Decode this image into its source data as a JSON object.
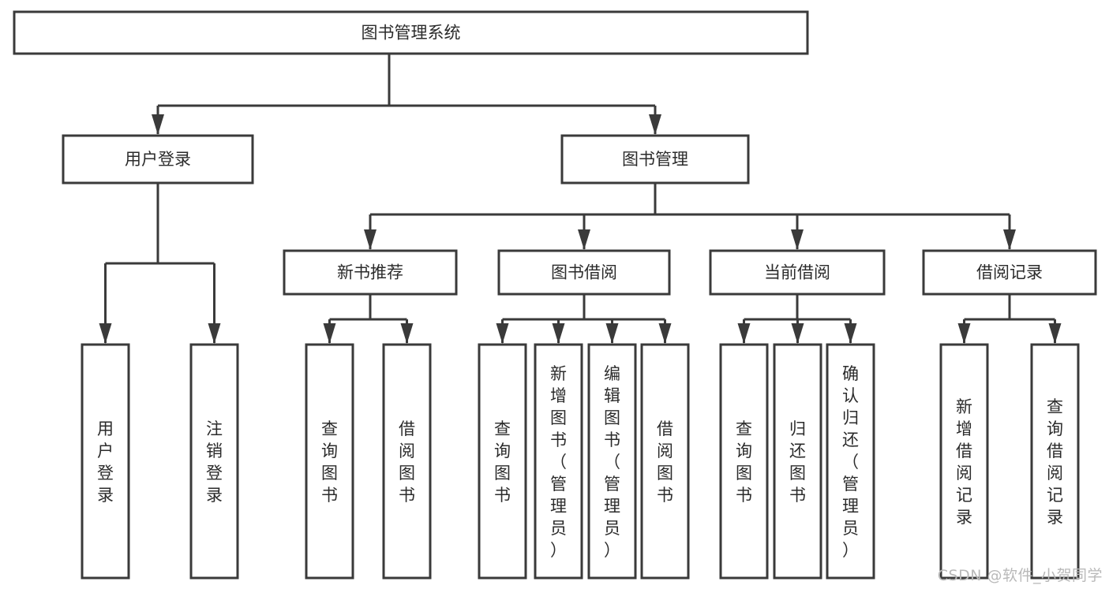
{
  "diagram": {
    "type": "tree",
    "title": "图书管理系统",
    "watermark": "CSDN @软件_小贺同学",
    "colors": {
      "stroke": "#3a3a3a",
      "box_fill": "#ffffff",
      "text": "#2b2b2b",
      "background": "#ffffff",
      "watermark": "#b9b9b9"
    },
    "nodes": {
      "root": {
        "label": "图书管理系统"
      },
      "level1": [
        {
          "id": "user-login",
          "label": "用户登录"
        },
        {
          "id": "book-manage",
          "label": "图书管理"
        }
      ],
      "level2": [
        {
          "id": "new-book-recommend",
          "label": "新书推荐"
        },
        {
          "id": "book-borrow",
          "label": "图书借阅"
        },
        {
          "id": "current-borrow",
          "label": "当前借阅"
        },
        {
          "id": "borrow-record",
          "label": "借阅记录"
        }
      ],
      "leaves": {
        "user-login": [
          {
            "id": "leaf-user-login",
            "label": "用户登录"
          },
          {
            "id": "leaf-user-logout",
            "label": "注销登录"
          }
        ],
        "new-book-recommend": [
          {
            "id": "leaf-query-book-1",
            "label": "查询图书"
          },
          {
            "id": "leaf-borrow-book-1",
            "label": "借阅图书"
          }
        ],
        "book-borrow": [
          {
            "id": "leaf-query-book-2",
            "label": "查询图书"
          },
          {
            "id": "leaf-add-book",
            "label": "新增图书（管理员）"
          },
          {
            "id": "leaf-edit-book",
            "label": "编辑图书（管理员）"
          },
          {
            "id": "leaf-borrow-book-2",
            "label": "借阅图书"
          }
        ],
        "current-borrow": [
          {
            "id": "leaf-query-book-3",
            "label": "查询图书"
          },
          {
            "id": "leaf-return-book",
            "label": "归还图书"
          },
          {
            "id": "leaf-confirm-return",
            "label": "确认归还（管理员）"
          }
        ],
        "borrow-record": [
          {
            "id": "leaf-add-record",
            "label": "新增借阅记录"
          },
          {
            "id": "leaf-query-record",
            "label": "查询借阅记录"
          }
        ]
      }
    }
  }
}
